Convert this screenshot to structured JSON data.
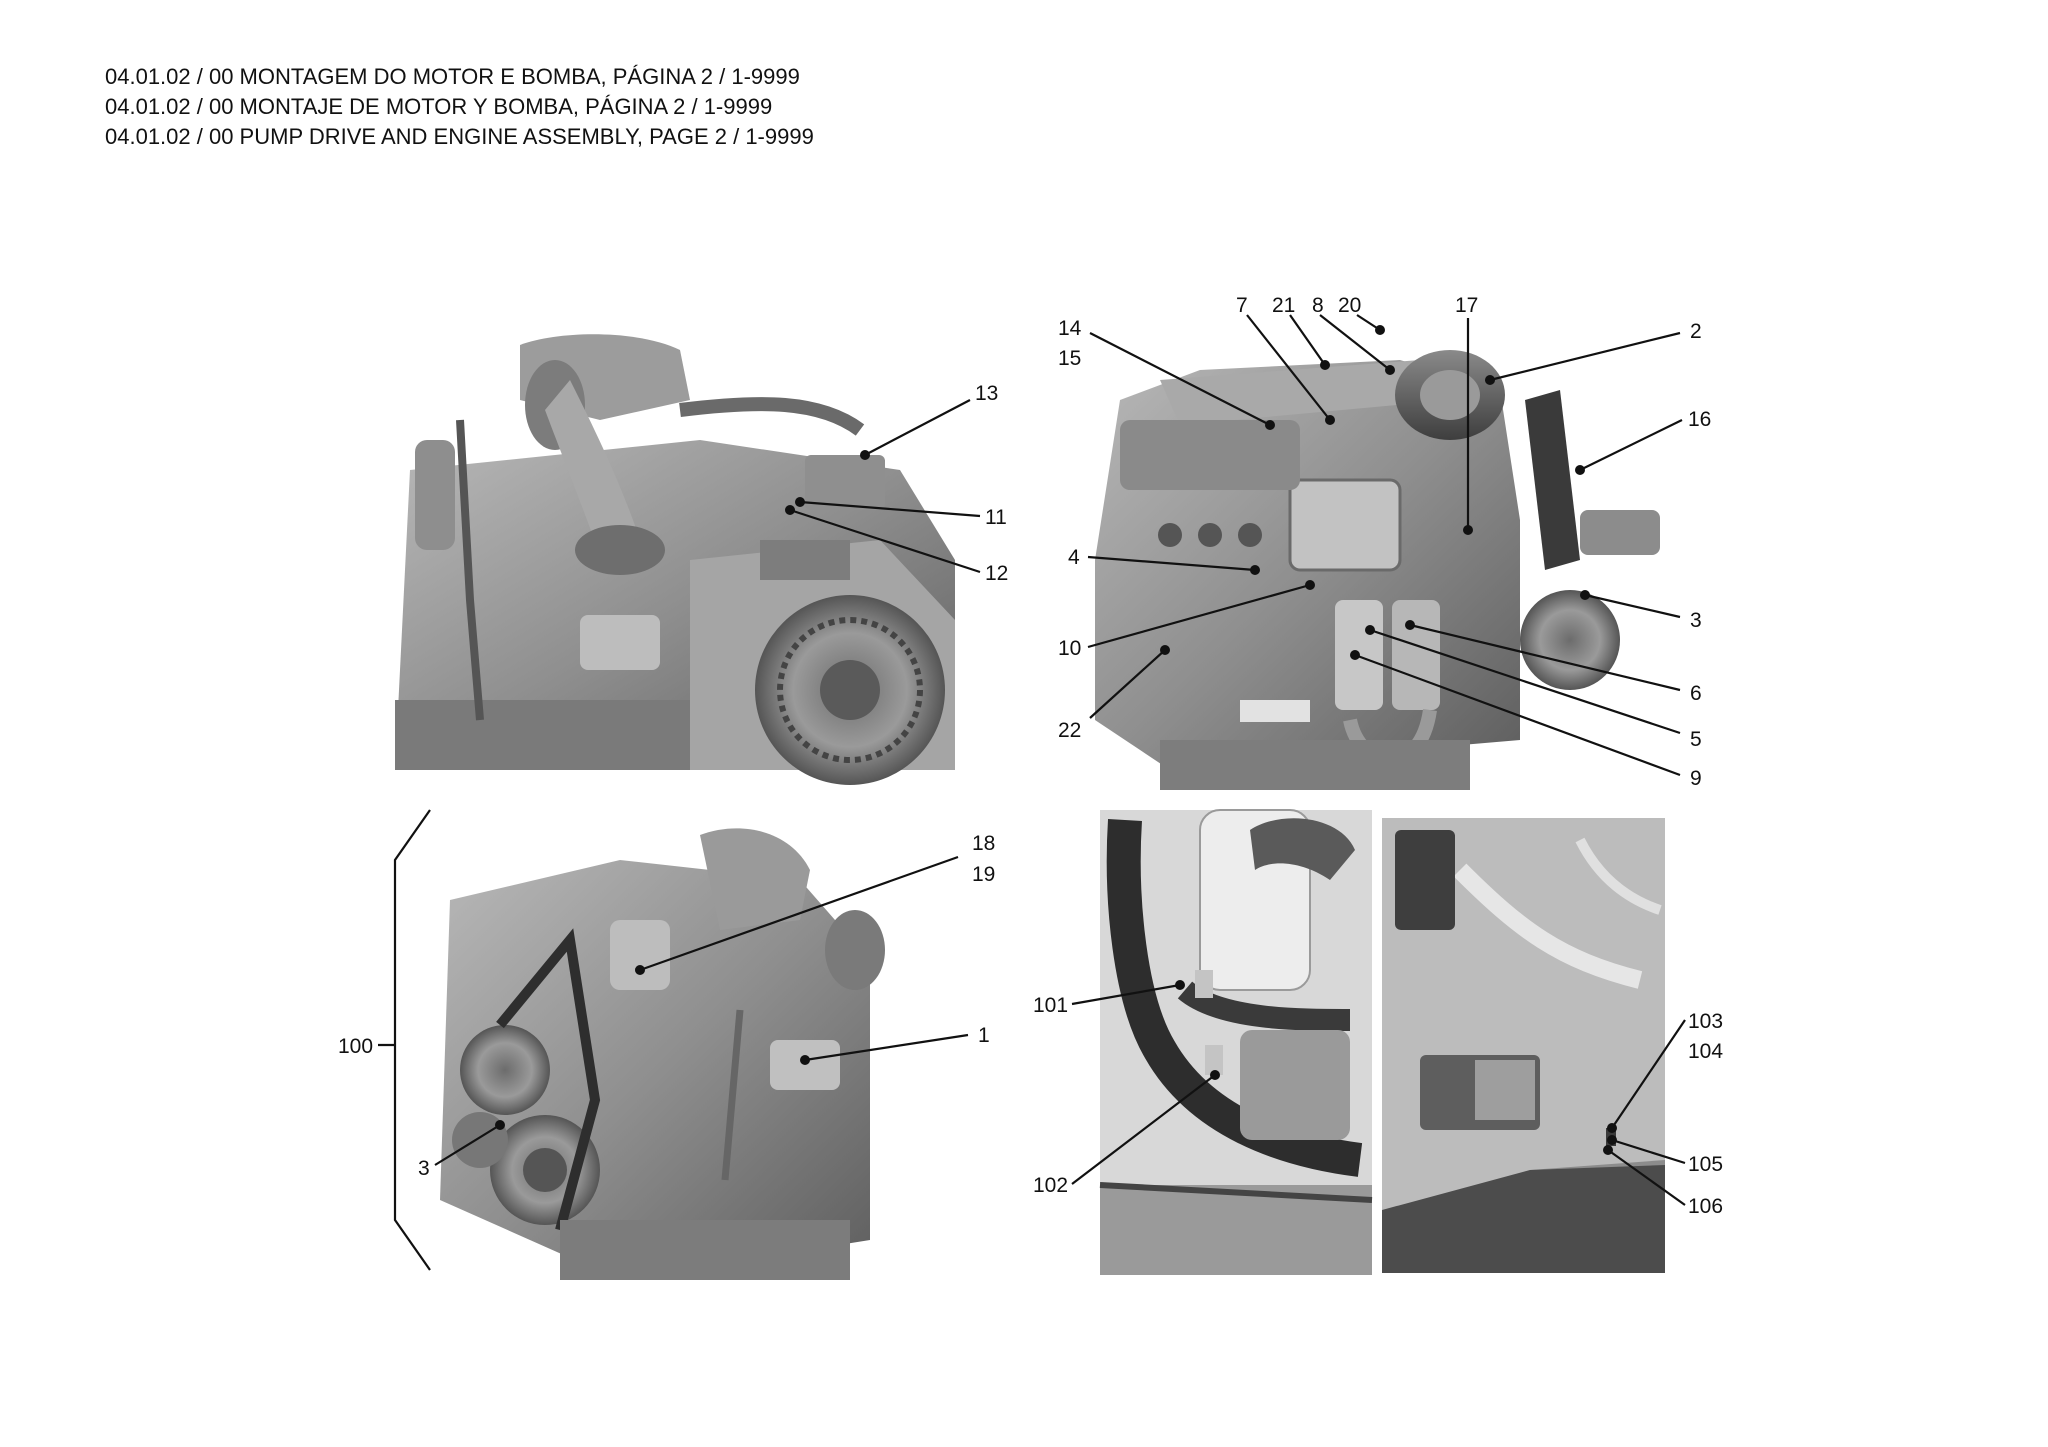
{
  "header": {
    "line_pt": "04.01.02 / 00 MONTAGEM DO MOTOR E BOMBA, PÁGINA 2 / 1-9999",
    "line_es": "04.01.02 / 00 MONTAJE DE MOTOR Y BOMBA, PÁGINA 2 / 1-9999",
    "line_en": "04.01.02 / 00 PUMP DRIVE AND ENGINE ASSEMBLY, PAGE 2 / 1-9999"
  },
  "views": [
    {
      "id": "engine-rear-view",
      "callouts": [
        "13",
        "11",
        "12"
      ]
    },
    {
      "id": "engine-side-view",
      "callouts": [
        "14",
        "15",
        "7",
        "21",
        "8",
        "20",
        "17",
        "2",
        "16",
        "4",
        "3",
        "10",
        "6",
        "22",
        "5",
        "9"
      ]
    },
    {
      "id": "engine-front-view",
      "callouts": [
        "18",
        "19",
        "1",
        "100",
        "3"
      ]
    },
    {
      "id": "pump-hose-photo",
      "callouts": [
        "101",
        "102"
      ]
    },
    {
      "id": "panel-photo",
      "callouts": [
        "103",
        "104",
        "105",
        "106"
      ]
    }
  ],
  "labels": {
    "c1": "1",
    "c2": "2",
    "c3a": "3",
    "c3b": "3",
    "c4": "4",
    "c5": "5",
    "c6": "6",
    "c7": "7",
    "c8": "8",
    "c9": "9",
    "c10": "10",
    "c11": "11",
    "c12": "12",
    "c13": "13",
    "c14": "14",
    "c15": "15",
    "c16": "16",
    "c17": "17",
    "c18": "18",
    "c19": "19",
    "c20": "20",
    "c21": "21",
    "c22": "22",
    "c100": "100",
    "c101": "101",
    "c102": "102",
    "c103": "103",
    "c104": "104",
    "c105": "105",
    "c106": "106"
  }
}
